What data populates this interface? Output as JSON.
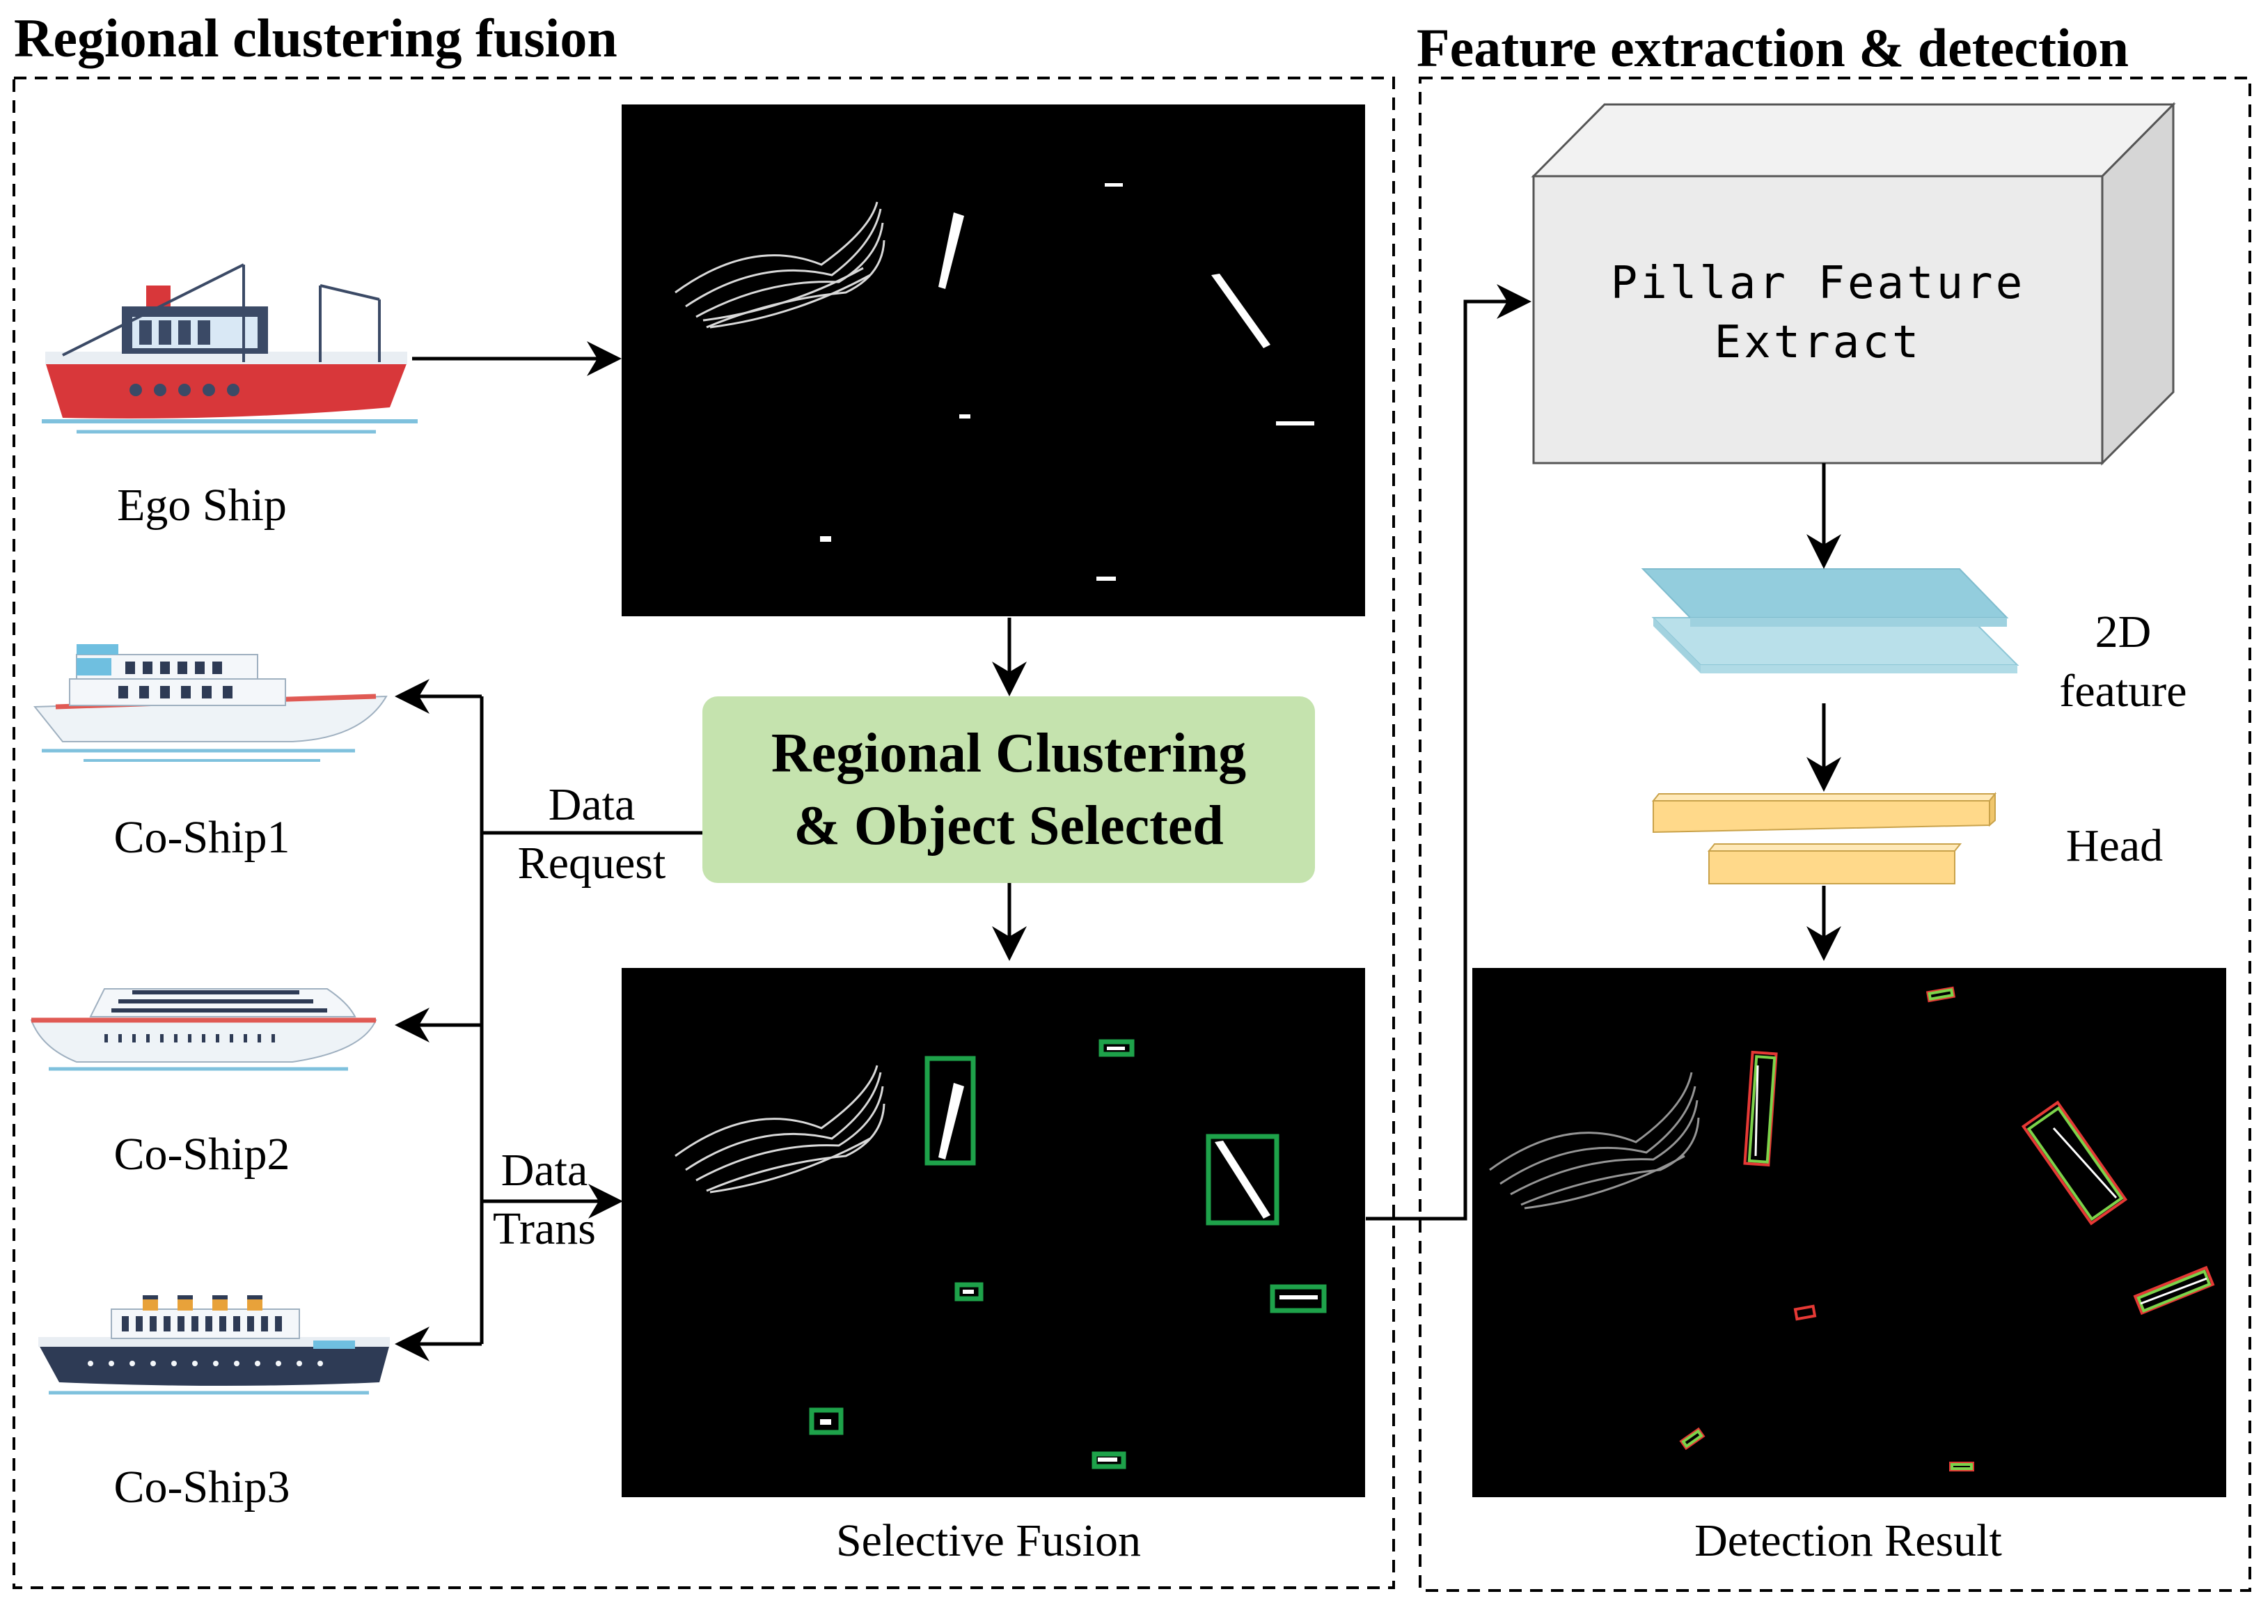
{
  "left_panel": {
    "title": "Regional clustering fusion",
    "ships": [
      {
        "label": "Ego Ship"
      },
      {
        "label": "Co-Ship1"
      },
      {
        "label": "Co-Ship2"
      },
      {
        "label": "Co-Ship3"
      }
    ],
    "clustering_box": {
      "line1": "Regional Clustering",
      "line2": "& Object Selected"
    },
    "data_request": {
      "line1": "Data",
      "line2": "Request"
    },
    "data_trans": {
      "line1": "Data",
      "line2": "Trans"
    },
    "fusion_caption": "Selective Fusion"
  },
  "right_panel": {
    "title": "Feature extraction & detection",
    "pillar_box": {
      "line1": "Pillar Feature",
      "line2": "Extract"
    },
    "feature_2d": {
      "line1": "2D",
      "line2": "feature"
    },
    "head_label": "Head",
    "detection_caption": "Detection Result"
  },
  "colors": {
    "cluster_box_fill": "#c5e3ae",
    "selection_box": "#1ea24a",
    "feature_plane": "#93cddd",
    "head_block": "#ffd98a",
    "pointcloud_bg": "#000000"
  }
}
